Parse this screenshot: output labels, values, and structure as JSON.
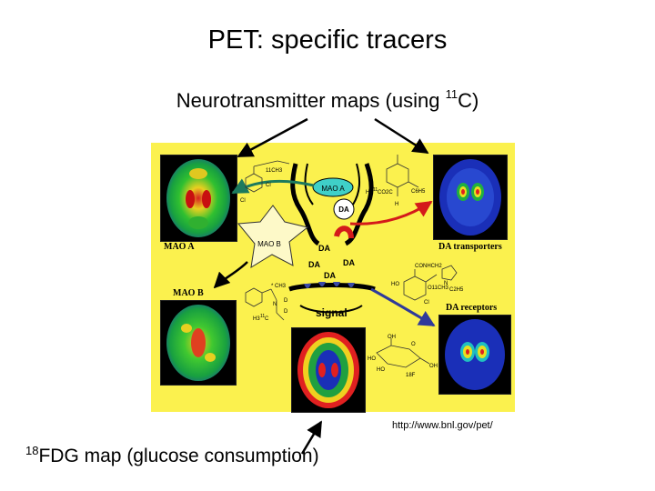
{
  "title": "PET: specific tracers",
  "subtitle": {
    "text": "Neurotransmitter maps (using ",
    "sup": "11",
    "suffix": "C)"
  },
  "footer": {
    "sup": "18",
    "text": "FDG map (glucose consumption)"
  },
  "credit": "http://www.bnl.gov/pet/",
  "scans": {
    "mao_a": "MAO A",
    "mao_b": "MAO B",
    "da_transporters": "DA transporters",
    "da_receptors": "DA receptors"
  },
  "synapse": {
    "mao_a_enzyme": "MAO A",
    "mao_b_cell": "MAO B",
    "da_vesicle": "DA",
    "da_1": "DA",
    "da_2": "DA",
    "da_3": "DA",
    "da_4": "DA",
    "signal": "signal"
  },
  "chem": {
    "mao_a_methyl": "11CH3",
    "mao_a_cl1": "Cl",
    "mao_a_cl2": "Cl",
    "dat_h3c": "H3",
    "dat_c11": "11",
    "dat_co2": "CO2C",
    "dat_c6h5": "C6H5",
    "dat_h": "H",
    "maob_h3c": "H3",
    "maob_c11": "11",
    "maob_c": "C",
    "maob_d1": "D",
    "maob_d2": "D",
    "maob_star": "* CH3",
    "maob_n": "N",
    "rec_conh": "CONHCH2",
    "rec_ho": "HO",
    "rec_och": "O11CH3",
    "rec_n": "N",
    "rec_c2h5": "C2H5",
    "rec_cl": "Cl",
    "fdg_oh1": "OH",
    "fdg_ho1": "HO",
    "fdg_ho2": "HO",
    "fdg_oh2": "OH",
    "fdg_f": "18F",
    "fdg_o": "O"
  },
  "colors": {
    "panel": "#fbf14e",
    "mao_a_arrow": "#1c7a5e",
    "dat_arrow": "#d41a1a",
    "receptor_arrow": "#2f3a9a",
    "enzyme_fill": "#3fd0c8",
    "receptor_fill": "#3b4aa6"
  }
}
